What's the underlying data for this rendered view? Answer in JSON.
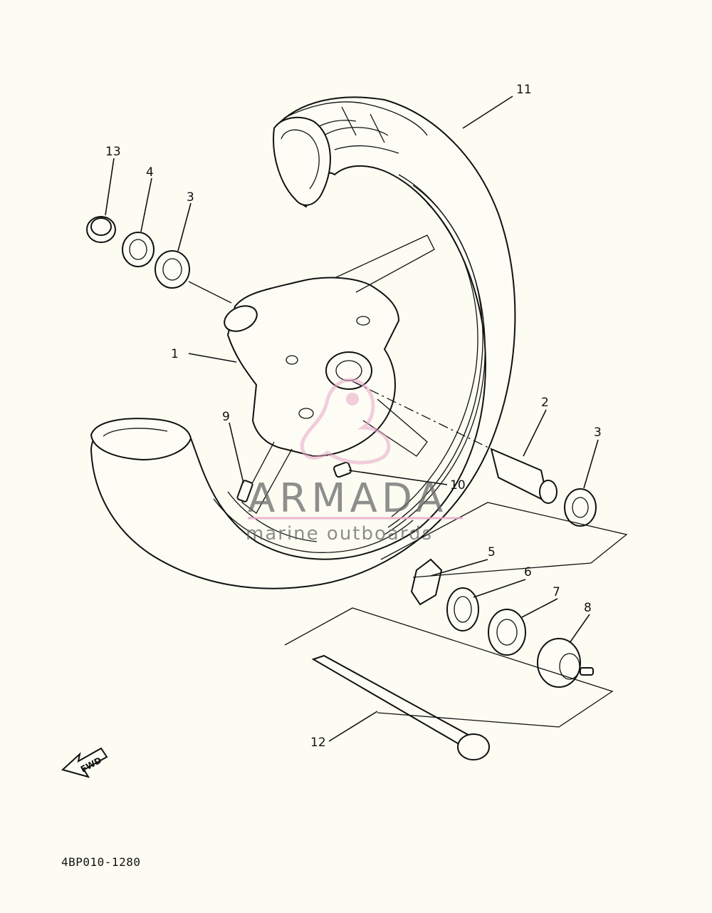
{
  "callouts": [
    "1",
    "2",
    "3",
    "3",
    "4",
    "5",
    "6",
    "7",
    "8",
    "9",
    "10",
    "11",
    "12",
    "13"
  ],
  "watermark": {
    "title": "ARMADA",
    "subtitle": "marine outboards",
    "accent": "#e8a6c8"
  },
  "fwd_label": "FWD",
  "diagram_code": "4BP010-1280"
}
